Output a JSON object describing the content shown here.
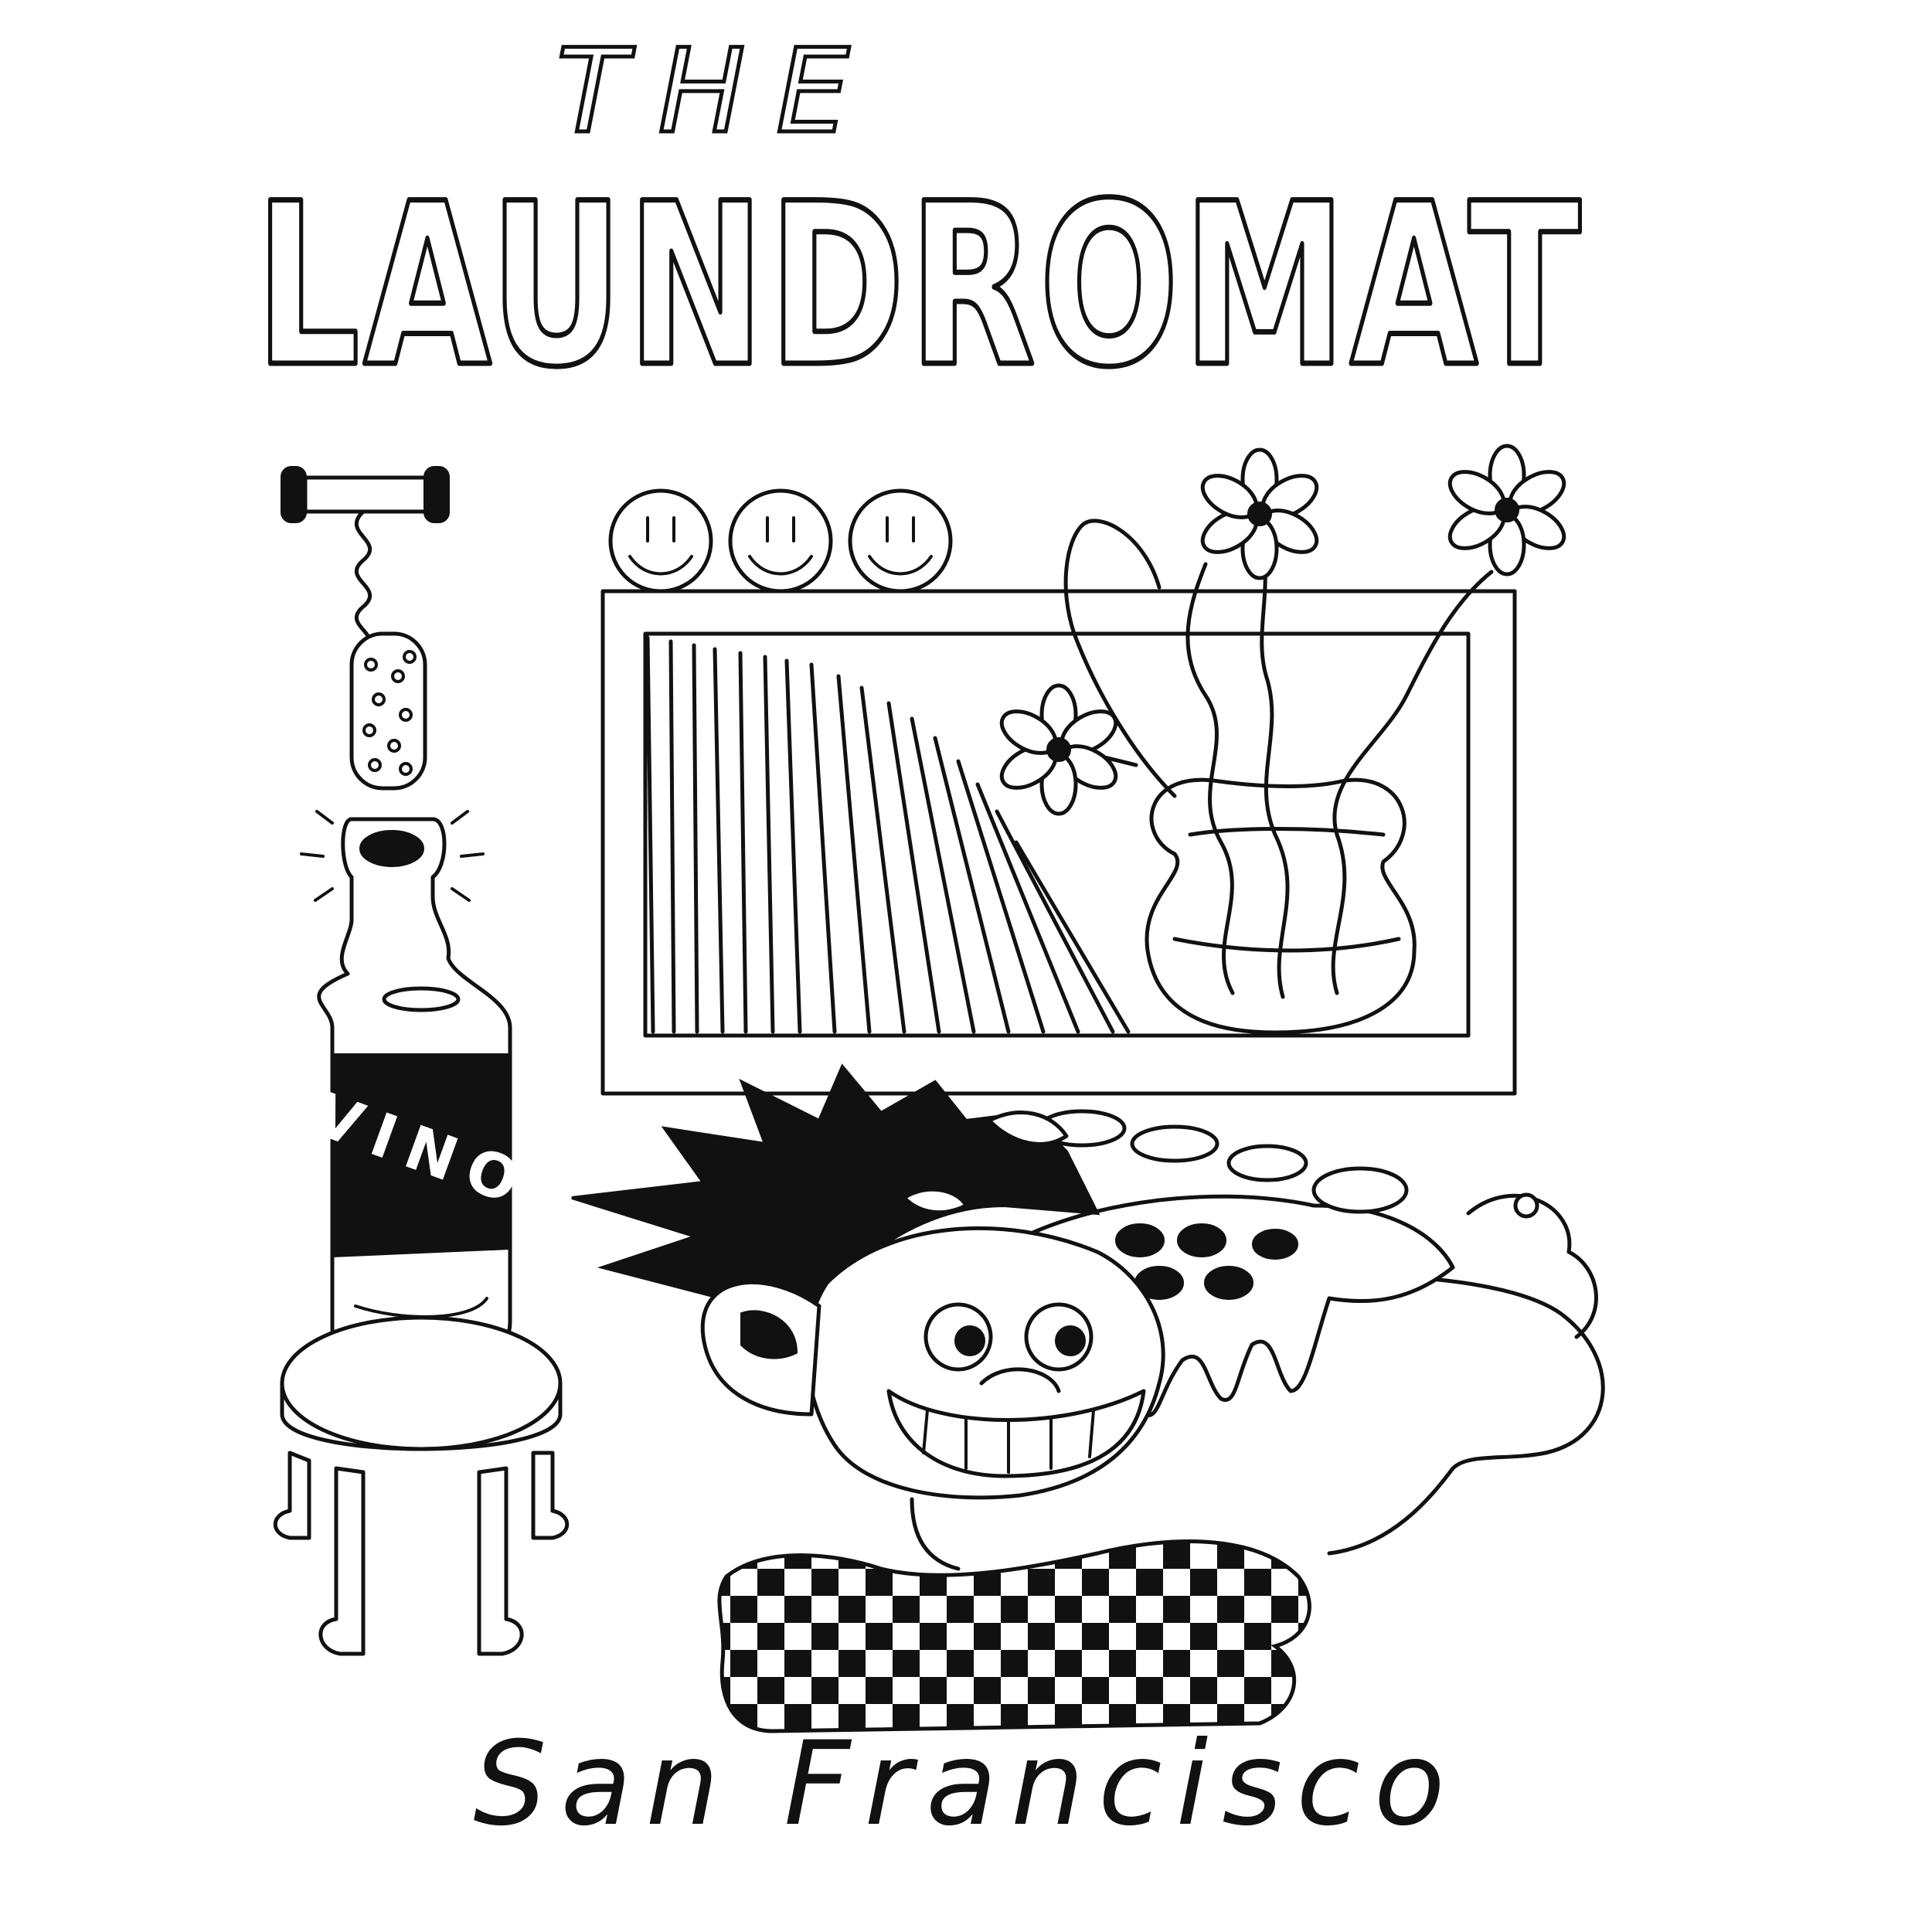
{
  "poster": {
    "title_prefix": "THE",
    "title": "LAUNDROMAT",
    "bottle_label": "VINO",
    "city": "San Francisco"
  },
  "colors": {
    "ink": "#111111",
    "paper": "#ffffff"
  },
  "icons": [
    "corkscrew-icon",
    "cork-icon",
    "wine-bottle-icon",
    "stool-icon",
    "smiley-face-icon",
    "record-shelf-icon",
    "vase-icon",
    "flower-icon",
    "pizza-slice-icon",
    "checkered-shirt-icon"
  ]
}
